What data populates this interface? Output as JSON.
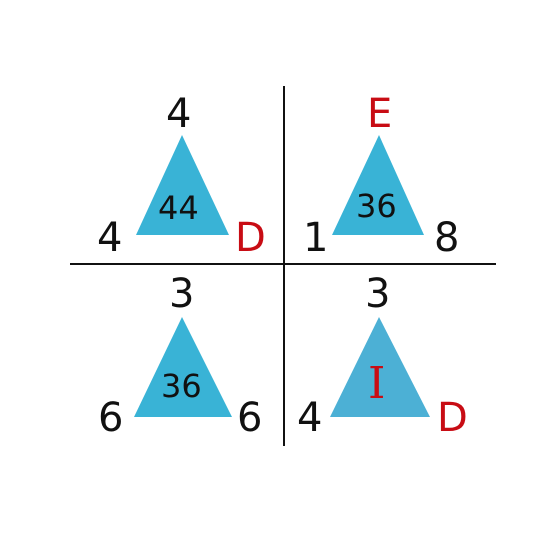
{
  "colors": {
    "triangle_fill": "#39b3d6",
    "triangle_fill_alt": "#4cb0d5",
    "text": "#111111",
    "letter_highlight": "#c80c14",
    "divider": "#111111"
  },
  "puzzle": {
    "top_left": {
      "top": "4",
      "left": "4",
      "right": "D",
      "center": "44"
    },
    "top_right": {
      "top": "E",
      "left": "1",
      "right": "8",
      "center": "36"
    },
    "bottom_left": {
      "top": "3",
      "left": "6",
      "right": "6",
      "center": "36"
    },
    "bottom_right": {
      "top": "3",
      "left": "4",
      "right": "D",
      "center": "I"
    }
  }
}
